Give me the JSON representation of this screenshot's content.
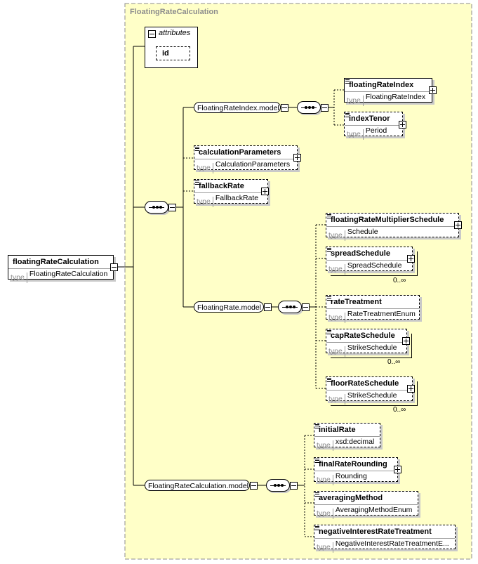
{
  "group": {
    "title": "FloatingRateCalculation"
  },
  "attributes": {
    "label": "attributes",
    "items": [
      {
        "name": "id"
      }
    ]
  },
  "root": {
    "name": "floatingRateCalculation",
    "type_key": "type",
    "type": "FloatingRateCalculation"
  },
  "models": {
    "floatingRateIndex_model": "FloatingRateIndex.model",
    "floatingRate_model": "FloatingRate.model",
    "floatingRateCalculation_model": "FloatingRateCalculation.model"
  },
  "elements": {
    "floatingRateIndex": {
      "name": "floatingRateIndex",
      "type_key": "type",
      "type": "FloatingRateIndex"
    },
    "indexTenor": {
      "name": "indexTenor",
      "type_key": "type",
      "type": "Period"
    },
    "calculationParameters": {
      "name": "calculationParameters",
      "type_key": "type",
      "type": "CalculationParameters"
    },
    "fallbackRate": {
      "name": "fallbackRate",
      "type_key": "type",
      "type": "FallbackRate"
    },
    "floatingRateMultiplierSchedule": {
      "name": "floatingRateMultiplierSchedule",
      "type_key": "type",
      "type": "Schedule"
    },
    "spreadSchedule": {
      "name": "spreadSchedule",
      "type_key": "type",
      "type": "SpreadSchedule",
      "occurs": "0..∞"
    },
    "rateTreatment": {
      "name": "rateTreatment",
      "type_key": "type",
      "type": "RateTreatmentEnum"
    },
    "capRateSchedule": {
      "name": "capRateSchedule",
      "type_key": "type",
      "type": "StrikeSchedule",
      "occurs": "0..∞"
    },
    "floorRateSchedule": {
      "name": "floorRateSchedule",
      "type_key": "type",
      "type": "StrikeSchedule",
      "occurs": "0..∞"
    },
    "initialRate": {
      "name": "initialRate",
      "type_key": "type",
      "type": "xsd:decimal"
    },
    "finalRateRounding": {
      "name": "finalRateRounding",
      "type_key": "type",
      "type": "Rounding"
    },
    "averagingMethod": {
      "name": "averagingMethod",
      "type_key": "type",
      "type": "AveragingMethodEnum"
    },
    "negativeInterestRateTreatment": {
      "name": "negativeInterestRateTreatment",
      "type_key": "type",
      "type": "NegativeInterestRateTreatmentE..."
    }
  }
}
